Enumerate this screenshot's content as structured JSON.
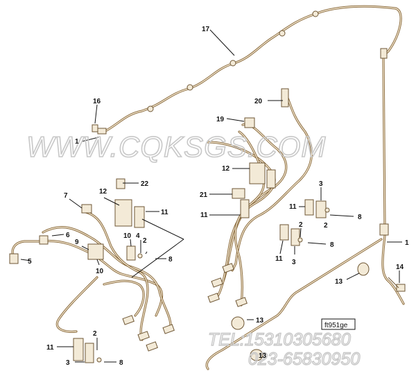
{
  "figure_ref": "ft951ge",
  "watermark": {
    "site": "WWW.CQKSGS.COM",
    "tel": "TEL:15310305680",
    "phone": "023-65830950"
  },
  "callouts": {
    "c1a": "1",
    "c1b": "1",
    "c2a": "2",
    "c2b": "2",
    "c2c": "2",
    "c2d": "2",
    "c3a": "3",
    "c3b": "3",
    "c3c": "3",
    "c4": "4",
    "c5": "5",
    "c6": "6",
    "c7": "7",
    "c8a": "8",
    "c8b": "8",
    "c8c": "8",
    "c8d": "8",
    "c9": "9",
    "c10a": "10",
    "c10b": "10",
    "c11a": "11",
    "c11b": "11",
    "c11c": "11",
    "c11d": "11",
    "c11e": "11",
    "c12a": "12",
    "c12b": "12",
    "c13a": "13",
    "c13b": "13",
    "c13c": "13",
    "c14": "14",
    "c16": "16",
    "c17": "17",
    "c19": "19",
    "c20": "20",
    "c21": "21",
    "c22": "22"
  },
  "colors": {
    "pipe": "#8a6a3c",
    "part_fill": "#f3ead7",
    "ink": "#111111",
    "watermark": "#c8c8c8"
  },
  "icons": [
    "fuel-line",
    "bracket",
    "clamp",
    "bolt",
    "washer",
    "nut",
    "fitting"
  ]
}
